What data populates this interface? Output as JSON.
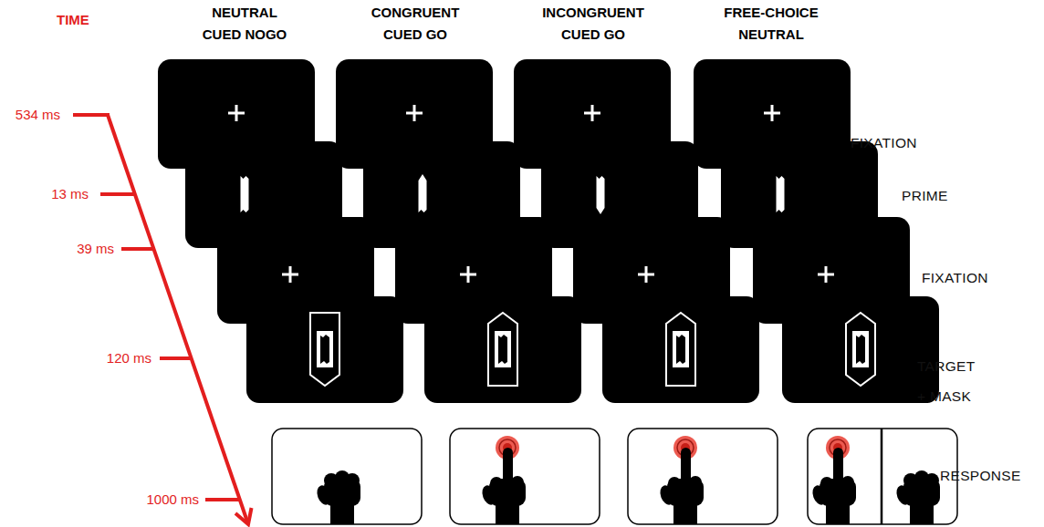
{
  "diagram": {
    "labels": [
      "TIME",
      "NEUTRAL CUED NOGO",
      "CONGRUENT CUED GO",
      "INCONGRUENT CUED GO",
      "FREE-CHOICE NEUTRAL",
      "534 ms",
      "FIXATION",
      "13 ms",
      "PRIME",
      "39 ms",
      "FIXATION",
      "120 ms",
      "TARGET + MASK",
      "1000 ms",
      "RESPONSE"
    ]
  }
}
